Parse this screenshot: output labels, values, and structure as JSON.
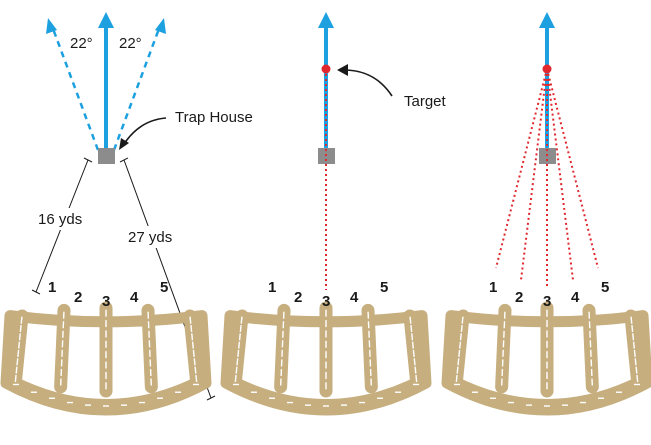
{
  "colors": {
    "arrow": "#1ca0e0",
    "trap_house": "#8c8c8c",
    "target": "#e0282e",
    "station_pad": "#c6ae7e",
    "pad_mark": "#ffffff",
    "line": "#1a1a1a"
  },
  "panel_left": {
    "angle_left": "22°",
    "angle_right": "22°",
    "trap_house_label": "Trap House",
    "distance_near": "16 yds",
    "distance_far": "27 yds",
    "stations": [
      "1",
      "2",
      "3",
      "4",
      "5"
    ]
  },
  "panel_middle": {
    "target_label": "Target",
    "stations": [
      "1",
      "2",
      "3",
      "4",
      "5"
    ]
  },
  "panel_right": {
    "stations": [
      "1",
      "2",
      "3",
      "4",
      "5"
    ]
  },
  "icons": {
    "flight_arrow": "arrow-up-icon",
    "trap_house": "square-icon",
    "target": "dot-icon",
    "pointer": "curved-arrow-icon"
  }
}
